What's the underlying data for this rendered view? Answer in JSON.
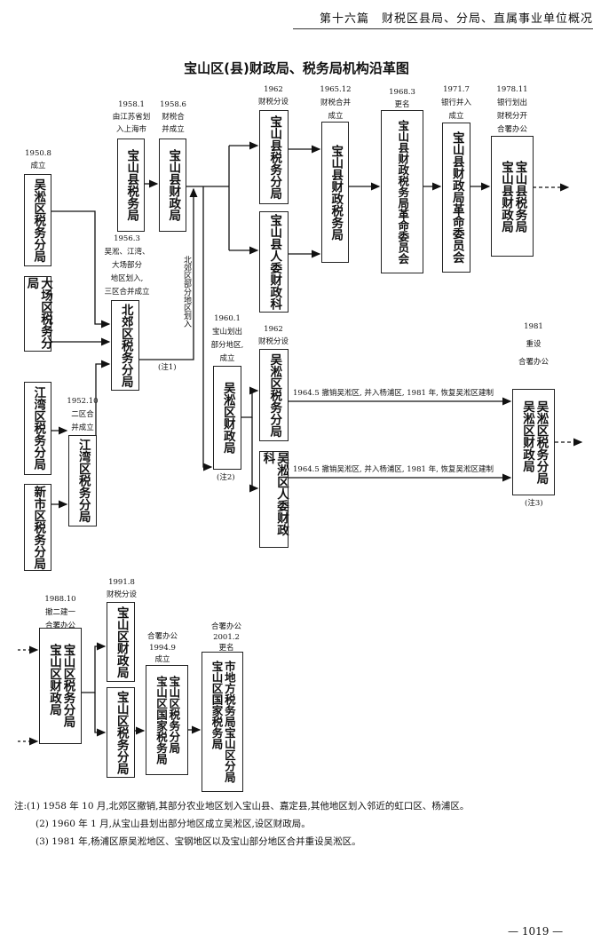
{
  "header": {
    "running_title": "第十六篇　财税区县局、分局、直属事业单位概况",
    "page_number": "— 1019 —"
  },
  "title": "宝山区(县)财政局、税务局机构沿革图",
  "boxes": {
    "wusong_tax": "吴淞区税务分局",
    "dachang_tax": "大场区税务分局",
    "jiangwan_tax_left": "江湾区税务分局",
    "xinshi_tax": "新市区税务分局",
    "jiangwan_tax_mid": "江湾区税务分局",
    "beijiao_tax": "北郊区税务分局",
    "bs_tax_bureau": "宝山县税务局",
    "bs_finance_1958": "宝山县财政局",
    "bs_tax_branch_1962": "宝山县税务分局",
    "bs_renwei_finance": "宝山县人委财政科",
    "bs_fin_tax_1965": "宝山县财政税务局",
    "bs_revcom_1968": "宝山县财政税务局革命委员会",
    "bs_revcom_1971": "宝山县财政局革命委员会",
    "bs_1978": "宝山县税务局\n宝山县财政局",
    "ws_finance_1960": "吴淞区财政局",
    "ws_tax_1962": "吴淞区税务分局",
    "ws_renwei_finance": "吴淞区人委财政科",
    "ws_1981": "吴淞区税务分局\n吴淞区财政局",
    "bsd_1988": "宝山区税务分局\n宝山区财政局",
    "bsd_finance_1991": "宝山区财政局",
    "bsd_tax_1991": "宝山区税务分局",
    "bsd_1994": "宝山区税务分局\n宝山区国家税务局",
    "bsd_2001": "市地方税务局宝山区分局\n宝山区国家税务局"
  },
  "labels": {
    "l1950": "1950.8\n成立",
    "l1958_1": "1958.1\n由江苏省划\n入上海市",
    "l1958_6": "1958.6\n财税合\n并成立",
    "l1956": "1956.3\n吴淞、江湾、\n大场部分\n地区划入,\n三区合并成立",
    "l1952": "1952.10\n二区合\n并成立",
    "l1962a": "1962\n财税分设",
    "l1965": "1965.12\n财税合并\n成立",
    "l1968": "1968.3\n更名",
    "l1971": "1971.7\n银行并入\n成立",
    "l1978": "1978.11\n银行划出\n财税分开\n合署办公",
    "l1960": "1960.1\n宝山划出\n部分地区,\n成立",
    "l1962b": "1962\n财税分设",
    "l1981": "1981\n重设\n合署办公",
    "l1988": "1988.10\n撤二建一\n合署办公",
    "l1991": "1991.8\n财税分设",
    "l1994": "合署办公\n1994.9\n成立",
    "l2001": "合署办公\n2001.2\n更名",
    "beijiao_transfer": "北郊区部分地区划入",
    "edge1": "1964.5 撤销吴淞区, 并入杨浦区, 1981 年, 恢复吴淞区建制",
    "edge2": "1964.5 撤销吴淞区, 并入杨浦区, 1981 年, 恢复吴淞区建制",
    "note_ref1": "(注1)",
    "note_ref2": "(注2)",
    "note_ref3": "(注3)"
  },
  "notes": [
    "注:(1) 1958 年 10 月,北郊区撤销,其部分农业地区划入宝山县、嘉定县,其他地区划入邻近的虹口区、杨浦区。",
    "(2) 1960 年 1 月,从宝山县划出部分地区成立吴淞区,设区财政局。",
    "(3) 1981 年,杨浦区原吴淞地区、宝钢地区以及宝山部分地区合并重设吴淞区。"
  ]
}
